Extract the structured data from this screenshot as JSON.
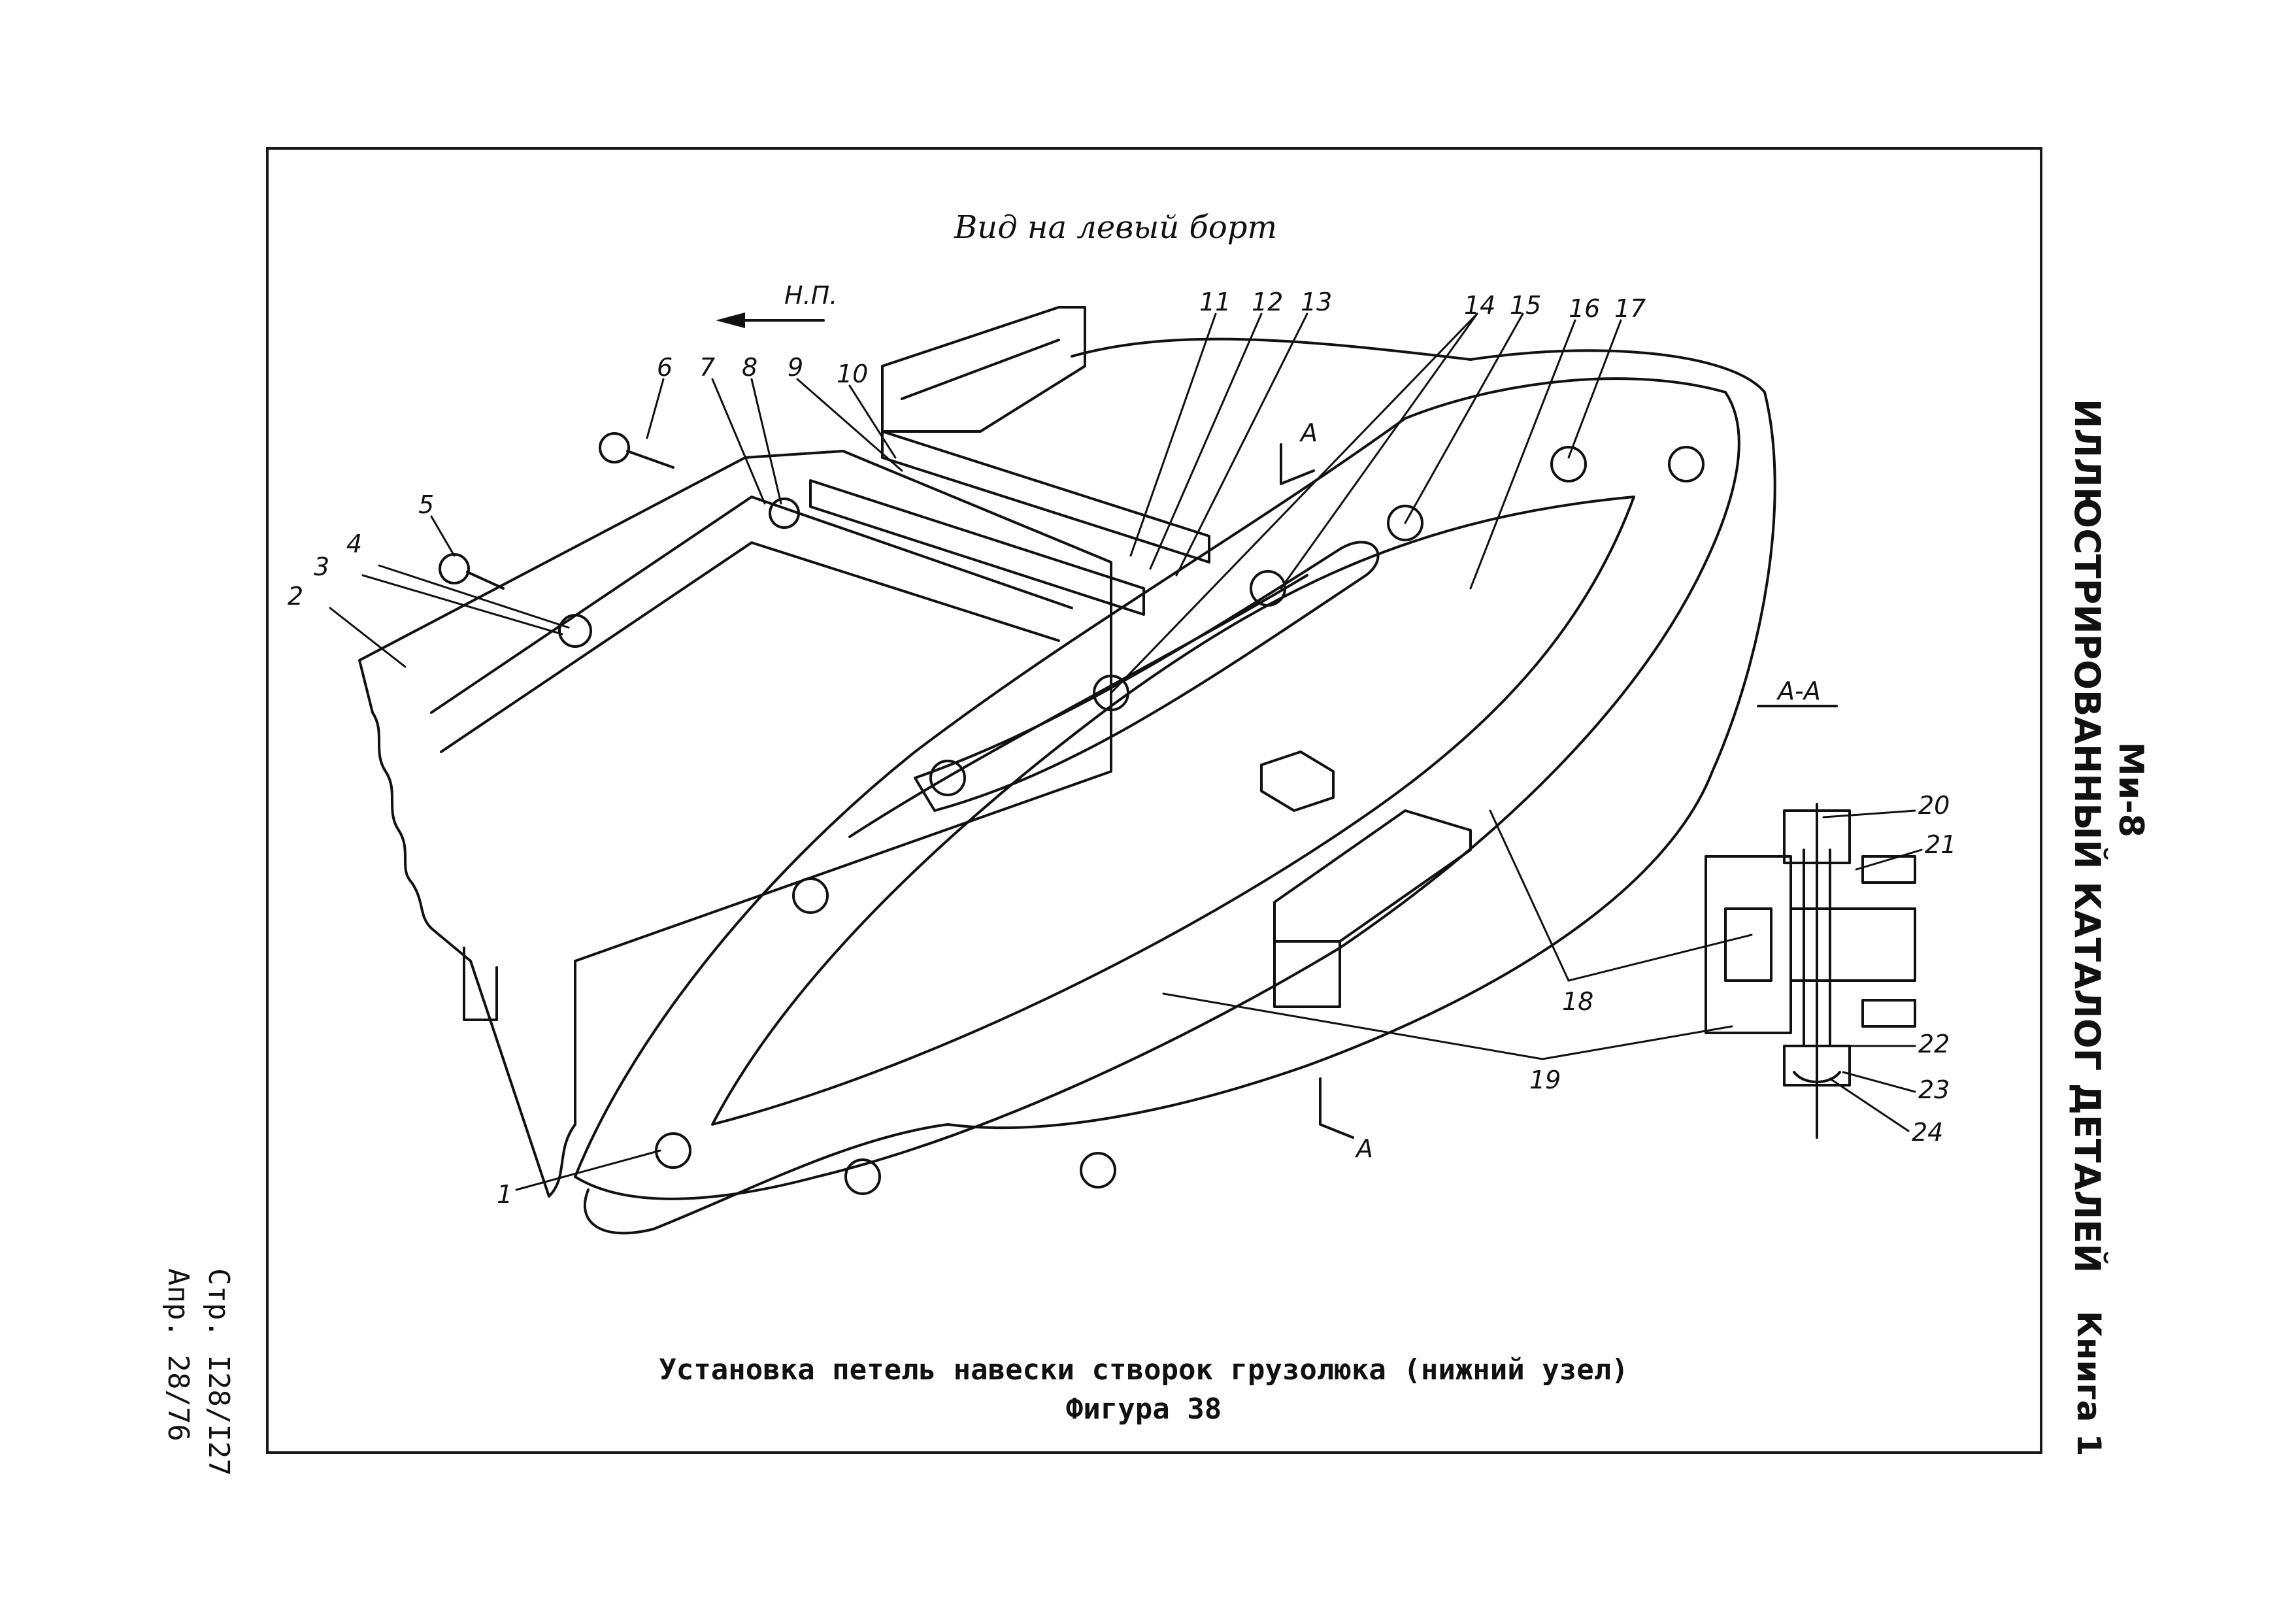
{
  "header": {
    "aircraft": "Ми-8",
    "catalog_title": "ИЛЛЮСТРИРОВАННЫЙ КАТАЛОГ ДЕТАЛЕЙ",
    "book": "Книга 1"
  },
  "footer_left": {
    "page": "Стр. I28/I27",
    "date": "Апр. 28/76"
  },
  "figure": {
    "view_label": "Вид на левый борт",
    "direction_label": "Н.П.",
    "section_label": "А-А",
    "section_arrow_label": "А",
    "caption_line1": "Установка петель навески створок грузолюка (нижний узел)",
    "caption_line2": "Фигура 38"
  },
  "callouts": [
    "1",
    "2",
    "3",
    "4",
    "5",
    "6",
    "7",
    "8",
    "9",
    "10",
    "11",
    "12",
    "13",
    "14",
    "15",
    "16",
    "17",
    "18",
    "19",
    "20",
    "21",
    "22",
    "23",
    "24"
  ]
}
